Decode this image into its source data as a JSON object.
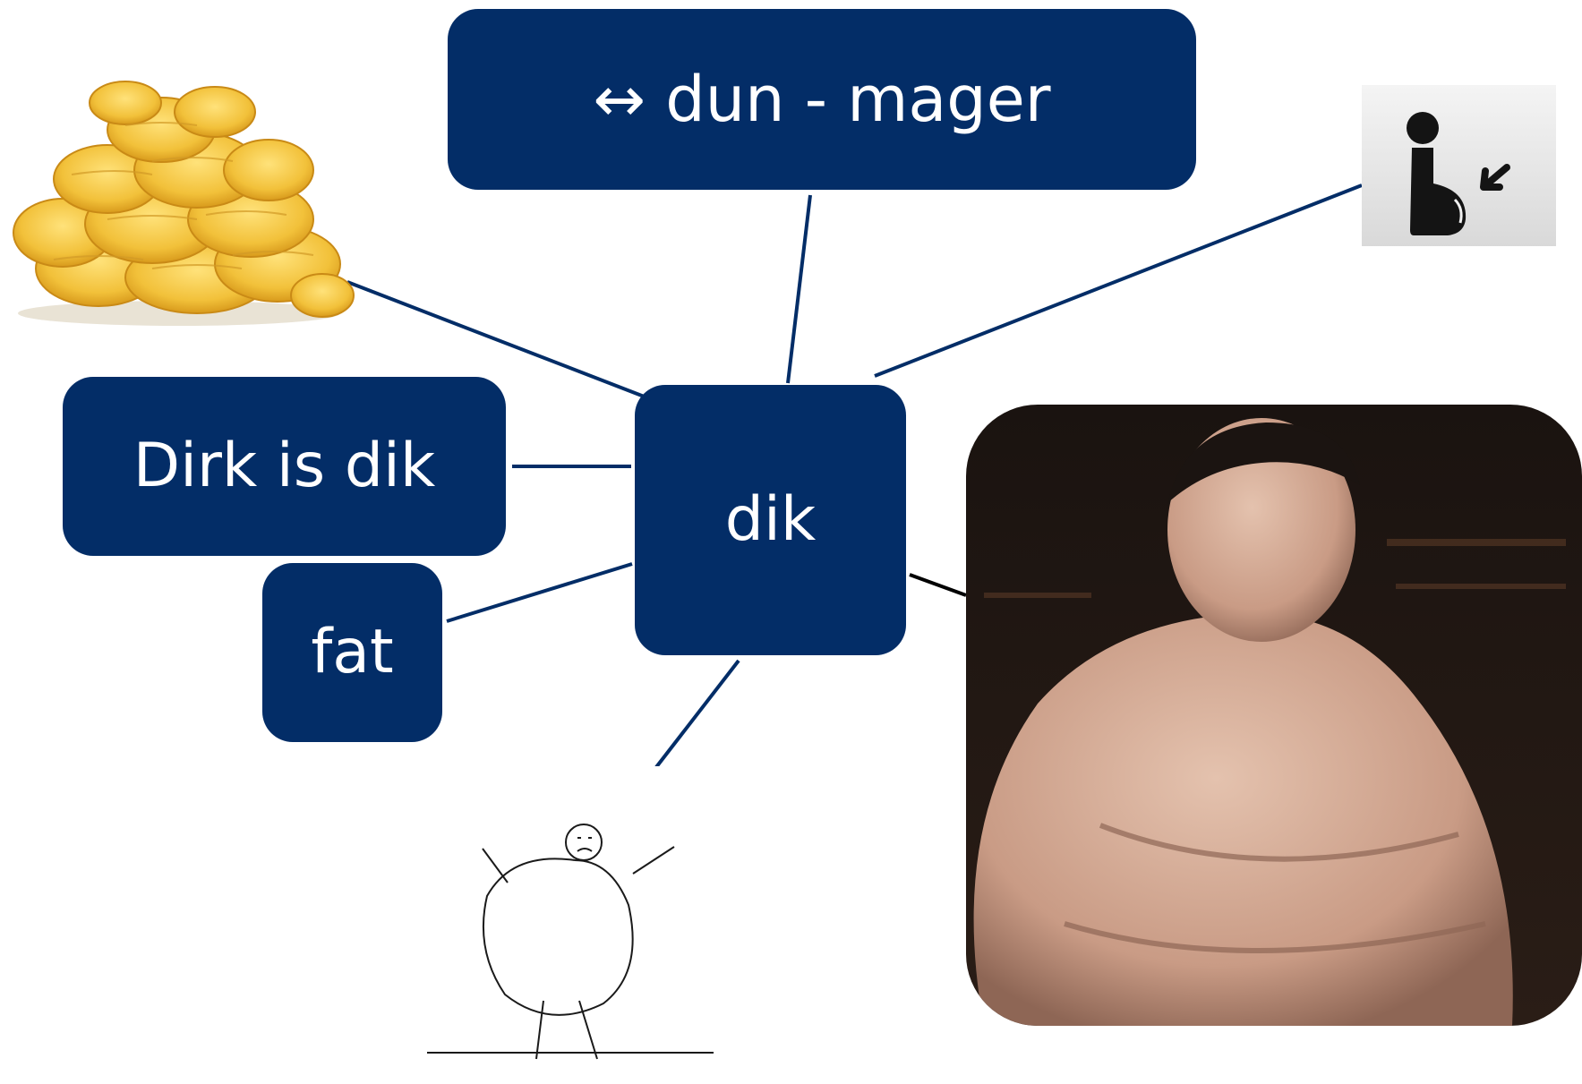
{
  "diagram": {
    "center_label": "dik",
    "antonym_label": "↔ dun - mager",
    "sentence_label": "Dirk is dik",
    "translation_label": "fat"
  },
  "colors": {
    "box_fill": "#032d67",
    "box_text": "#ffffff",
    "connector": "#032d67"
  },
  "images": {
    "chips": "pile of ridged potato chips photo",
    "pictogram": "pictogram of person with large belly and inward arrow",
    "drawing": "hand-drawn stick figure with round body",
    "photo": "photo of heavyset sumo wrestler"
  }
}
